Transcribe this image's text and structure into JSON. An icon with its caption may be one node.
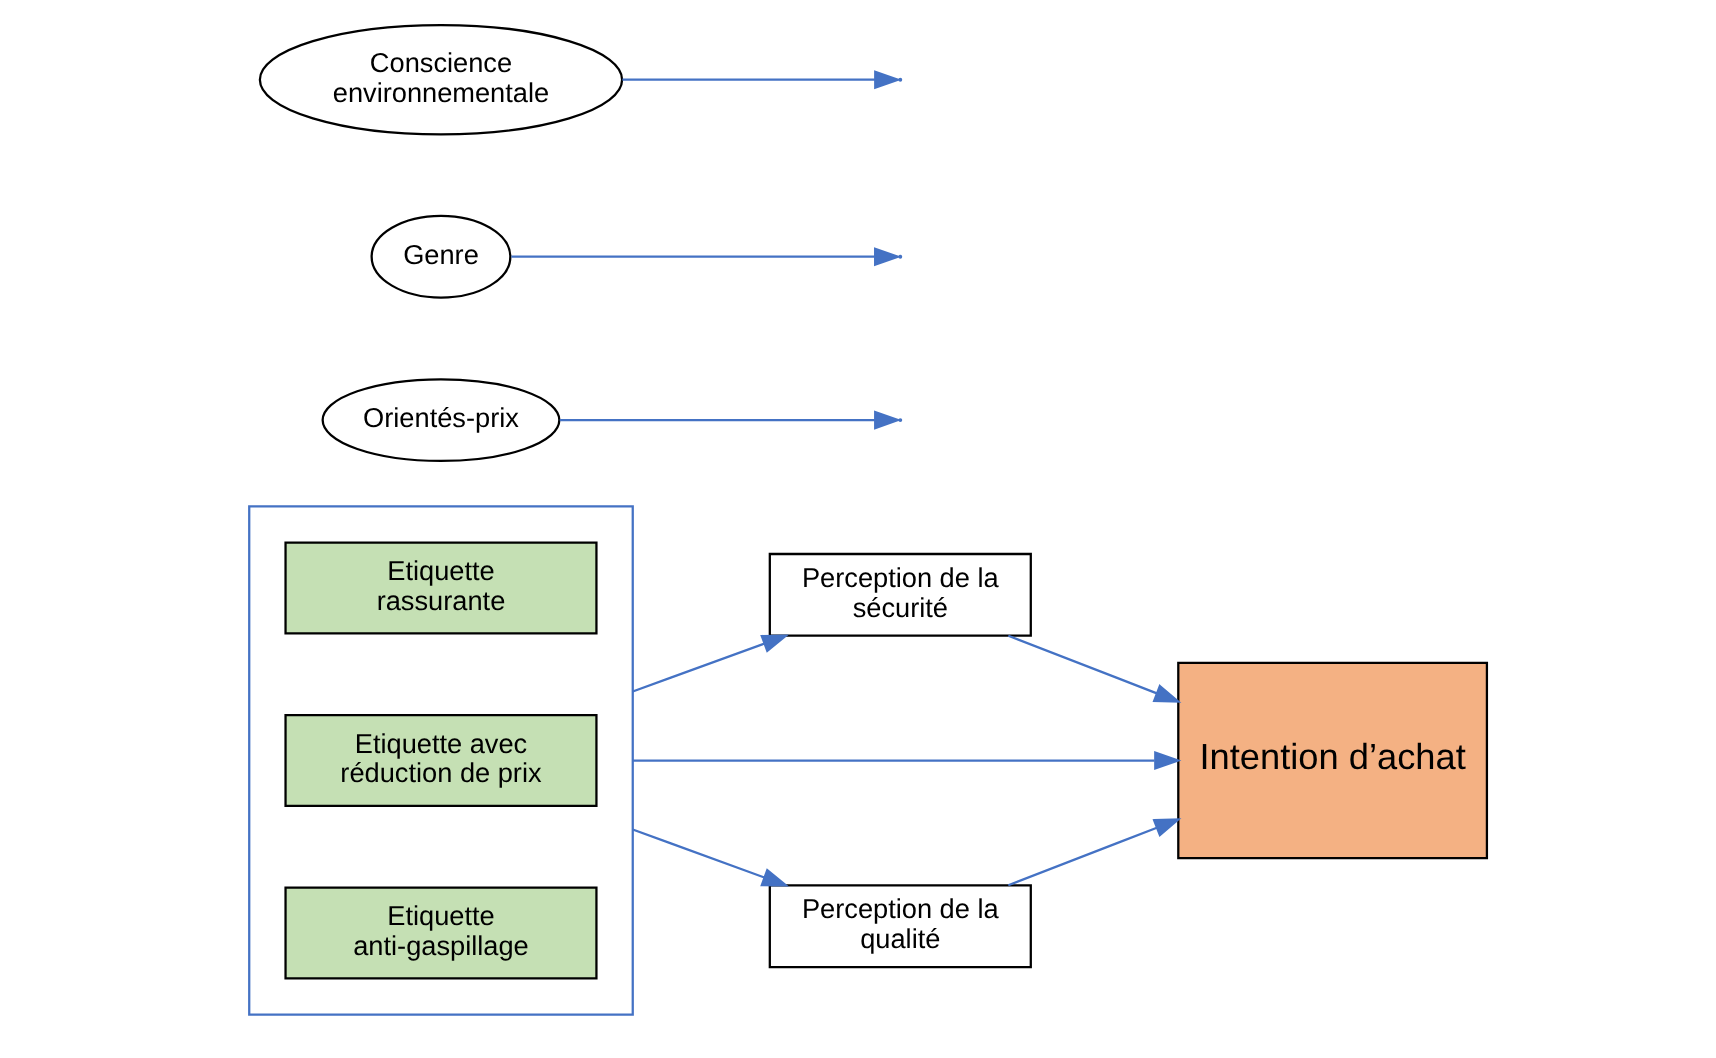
{
  "diagram": {
    "nodes": [
      {
        "text": [],
        "shape": "box"
      },
      {
        "text": [
          "Etiquette rassurante"
        ],
        "in": 0
      },
      {
        "text": [
          "Etiquette avec réduction de prix"
        ],
        "in": 0
      },
      {
        "text": [
          "Etiquette anti-gaspillage"
        ],
        "in": 0
      },
      {
        "text": [
          "Orientés-prix"
        ]
      },
      {
        "text": [
          "Genre"
        ]
      },
      {
        "text": [
          "Perception de la sécurité"
        ]
      },
      {
        "text": [
          "Intention d’achat"
        ]
      },
      {
        "text": [
          "Perception de la qualité"
        ]
      },
      {
        "text": [
          "Conscience environnementale"
        ]
      }
    ],
    "edges": [
      {
        "from": 0,
        "to": 6,
        "arrow": "to"
      },
      {
        "from": 0,
        "to": 7,
        "arrow": "to"
      },
      {
        "from": 0,
        "to": 8,
        "arrow": "to"
      },
      {
        "from": 6,
        "to": 7,
        "arrow": "to"
      },
      {
        "from": 8,
        "to": 7,
        "arrow": "to"
      },
      {
        "from": 4,
        "to": null,
        "arrow": "to"
      },
      {
        "from": 5,
        "to": null,
        "arrow": "to"
      },
      {
        "from": 9,
        "to": null,
        "arrow": "to"
      }
    ]
  }
}
